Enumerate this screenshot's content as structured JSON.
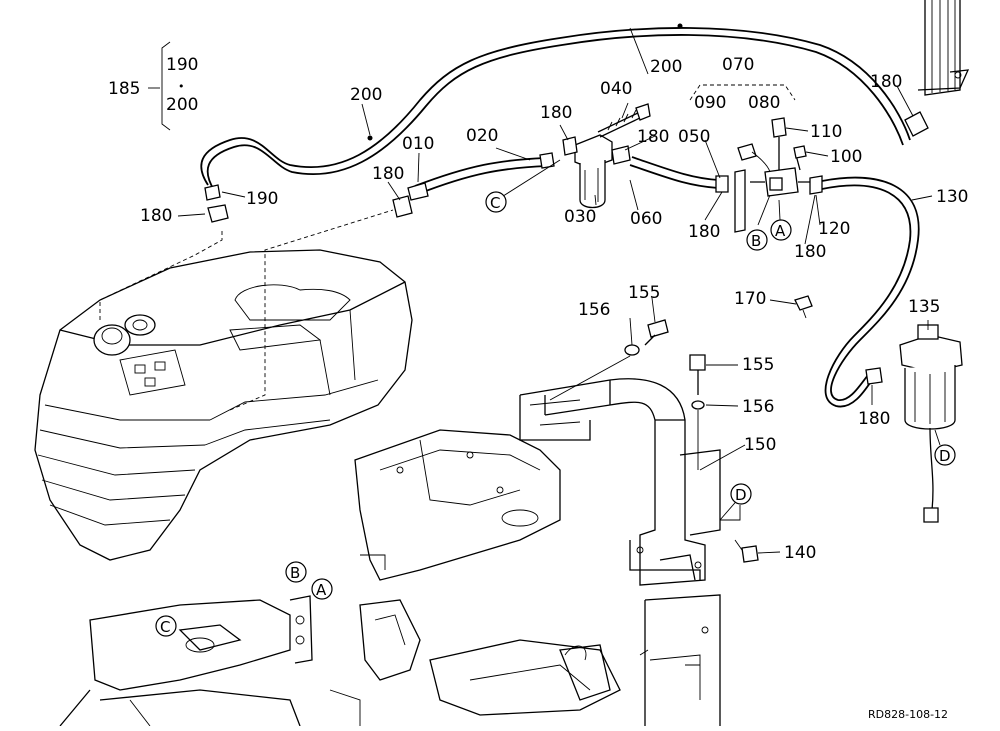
{
  "diagram": {
    "code": "RD828-108-12",
    "group": {
      "main": "185",
      "sub_top": "190",
      "sub_dot": "•",
      "sub_bottom": "200"
    },
    "group070": {
      "main": "070",
      "left": "090",
      "right": "080"
    },
    "parts": [
      {
        "id": "p200a",
        "label": "200"
      },
      {
        "id": "p200b",
        "label": "200"
      },
      {
        "id": "p180a",
        "label": "180"
      },
      {
        "id": "p190",
        "label": "190"
      },
      {
        "id": "p180b",
        "label": "180"
      },
      {
        "id": "p010",
        "label": "010"
      },
      {
        "id": "p020",
        "label": "020"
      },
      {
        "id": "p180c",
        "label": "180"
      },
      {
        "id": "p040",
        "label": "040"
      },
      {
        "id": "p180d",
        "label": "180"
      },
      {
        "id": "p030",
        "label": "030"
      },
      {
        "id": "p060",
        "label": "060"
      },
      {
        "id": "p050",
        "label": "050"
      },
      {
        "id": "p180e",
        "label": "180"
      },
      {
        "id": "p110",
        "label": "110"
      },
      {
        "id": "p100",
        "label": "100"
      },
      {
        "id": "p120",
        "label": "120"
      },
      {
        "id": "p180f",
        "label": "180"
      },
      {
        "id": "p130",
        "label": "130"
      },
      {
        "id": "p180g",
        "label": "180"
      },
      {
        "id": "p135",
        "label": "135"
      },
      {
        "id": "p180h",
        "label": "180"
      },
      {
        "id": "p170",
        "label": "170"
      },
      {
        "id": "p155a",
        "label": "155"
      },
      {
        "id": "p156a",
        "label": "156"
      },
      {
        "id": "p155b",
        "label": "155"
      },
      {
        "id": "p156b",
        "label": "156"
      },
      {
        "id": "p150",
        "label": "150"
      },
      {
        "id": "p140",
        "label": "140"
      }
    ],
    "refs": [
      {
        "id": "rC1",
        "label": "C"
      },
      {
        "id": "rB1",
        "label": "B"
      },
      {
        "id": "rA1",
        "label": "A"
      },
      {
        "id": "rD1",
        "label": "D"
      },
      {
        "id": "rD2",
        "label": "D"
      },
      {
        "id": "rB2",
        "label": "B"
      },
      {
        "id": "rA2",
        "label": "A"
      },
      {
        "id": "rC2",
        "label": "C"
      }
    ]
  }
}
